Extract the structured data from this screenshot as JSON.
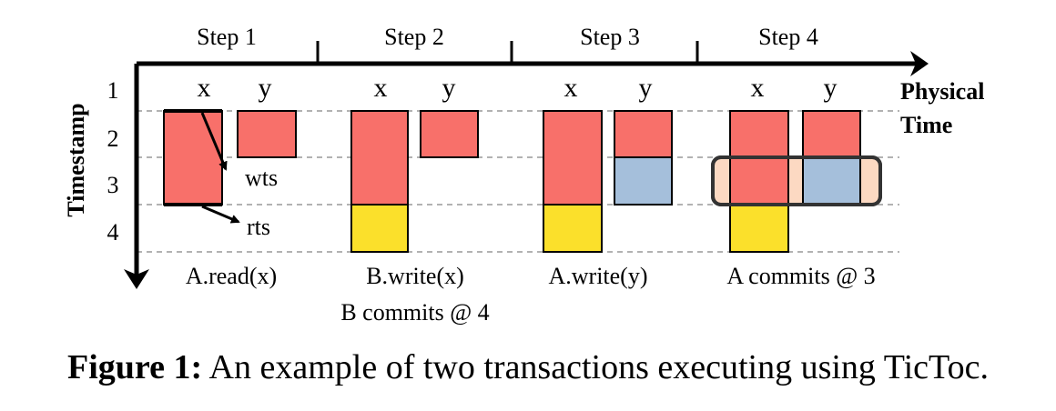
{
  "steps": [
    "Step 1",
    "Step 2",
    "Step 3",
    "Step 4"
  ],
  "y_axis_label": "Timestamp",
  "x_axis_label": [
    "Physical",
    "Time"
  ],
  "ts_labels": [
    "1",
    "2",
    "3",
    "4"
  ],
  "var_labels": {
    "x": "x",
    "y": "y"
  },
  "annotations": {
    "wts": "wts",
    "rts": "rts"
  },
  "ops": [
    "A.read(x)",
    "B.write(x)",
    "A.write(y)",
    "A commits @ 3"
  ],
  "op_extra": "B commits @ 4",
  "caption": {
    "prefix": "Figure 1:",
    "text": " An example of two transactions executing using TicToc."
  },
  "colors": {
    "red": "#F8706A",
    "blue": "#A5BFDB",
    "yellow": "#FBE02B",
    "peach": "#FCD9C2",
    "outline": "#333333"
  },
  "version_bars": [
    {
      "step": 1,
      "var": "x",
      "wts": 1,
      "rts": 3,
      "segments": [
        {
          "from": 1,
          "to": 3,
          "color": "red"
        }
      ]
    },
    {
      "step": 1,
      "var": "y",
      "wts": 1,
      "rts": 2,
      "segments": [
        {
          "from": 1,
          "to": 2,
          "color": "red"
        }
      ]
    },
    {
      "step": 2,
      "var": "x",
      "segments": [
        {
          "from": 1,
          "to": 3,
          "color": "red"
        },
        {
          "from": 3,
          "to": 4,
          "color": "yellow"
        }
      ]
    },
    {
      "step": 2,
      "var": "y",
      "segments": [
        {
          "from": 1,
          "to": 2,
          "color": "red"
        }
      ]
    },
    {
      "step": 3,
      "var": "x",
      "segments": [
        {
          "from": 1,
          "to": 3,
          "color": "red"
        },
        {
          "from": 3,
          "to": 4,
          "color": "yellow"
        }
      ]
    },
    {
      "step": 3,
      "var": "y",
      "segments": [
        {
          "from": 1,
          "to": 2,
          "color": "red"
        },
        {
          "from": 2,
          "to": 3,
          "color": "blue"
        }
      ]
    },
    {
      "step": 4,
      "var": "x",
      "segments": [
        {
          "from": 1,
          "to": 3,
          "color": "red"
        },
        {
          "from": 3,
          "to": 4,
          "color": "yellow"
        }
      ]
    },
    {
      "step": 4,
      "var": "y",
      "segments": [
        {
          "from": 1,
          "to": 2,
          "color": "red"
        },
        {
          "from": 2,
          "to": 3,
          "color": "blue"
        }
      ]
    }
  ],
  "commit_highlight": {
    "step": 4,
    "from": 2,
    "to": 3,
    "color": "peach"
  }
}
